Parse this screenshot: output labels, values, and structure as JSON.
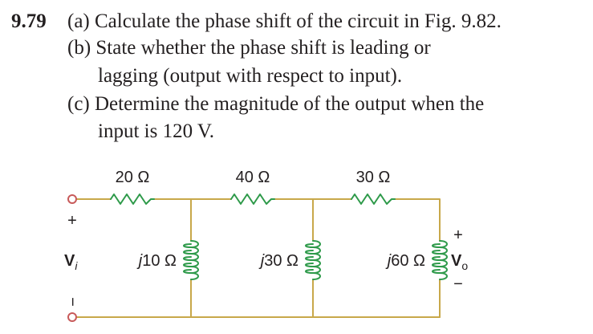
{
  "problem": {
    "number": "9.79",
    "part_a": "(a) Calculate the phase shift of the circuit in Fig. 9.82.",
    "part_b_line1": "(b) State whether the phase shift is leading or",
    "part_b_line2": "lagging (output with respect to input).",
    "part_c_line1": "(c) Determine the magnitude of the output when the",
    "part_c_line2": "input is 120 V."
  },
  "circuit": {
    "resistors": [
      "20 Ω",
      "40 Ω",
      "30 Ω"
    ],
    "inductors": [
      {
        "prefix": "j",
        "value": "10 Ω"
      },
      {
        "prefix": "j",
        "value": "30 Ω"
      },
      {
        "prefix": "j",
        "value": "60 Ω"
      }
    ],
    "input": {
      "plus": "+",
      "minus": "−",
      "symbol": "V",
      "subscript": "i"
    },
    "output": {
      "plus": "+",
      "minus": "−",
      "symbol": "V",
      "subscript": "o"
    },
    "wire_color": "#c8a84a",
    "resistor_color": "#2e9a4a",
    "inductor_color": "#2e9a4a",
    "terminal_color": "#c85a5a"
  }
}
